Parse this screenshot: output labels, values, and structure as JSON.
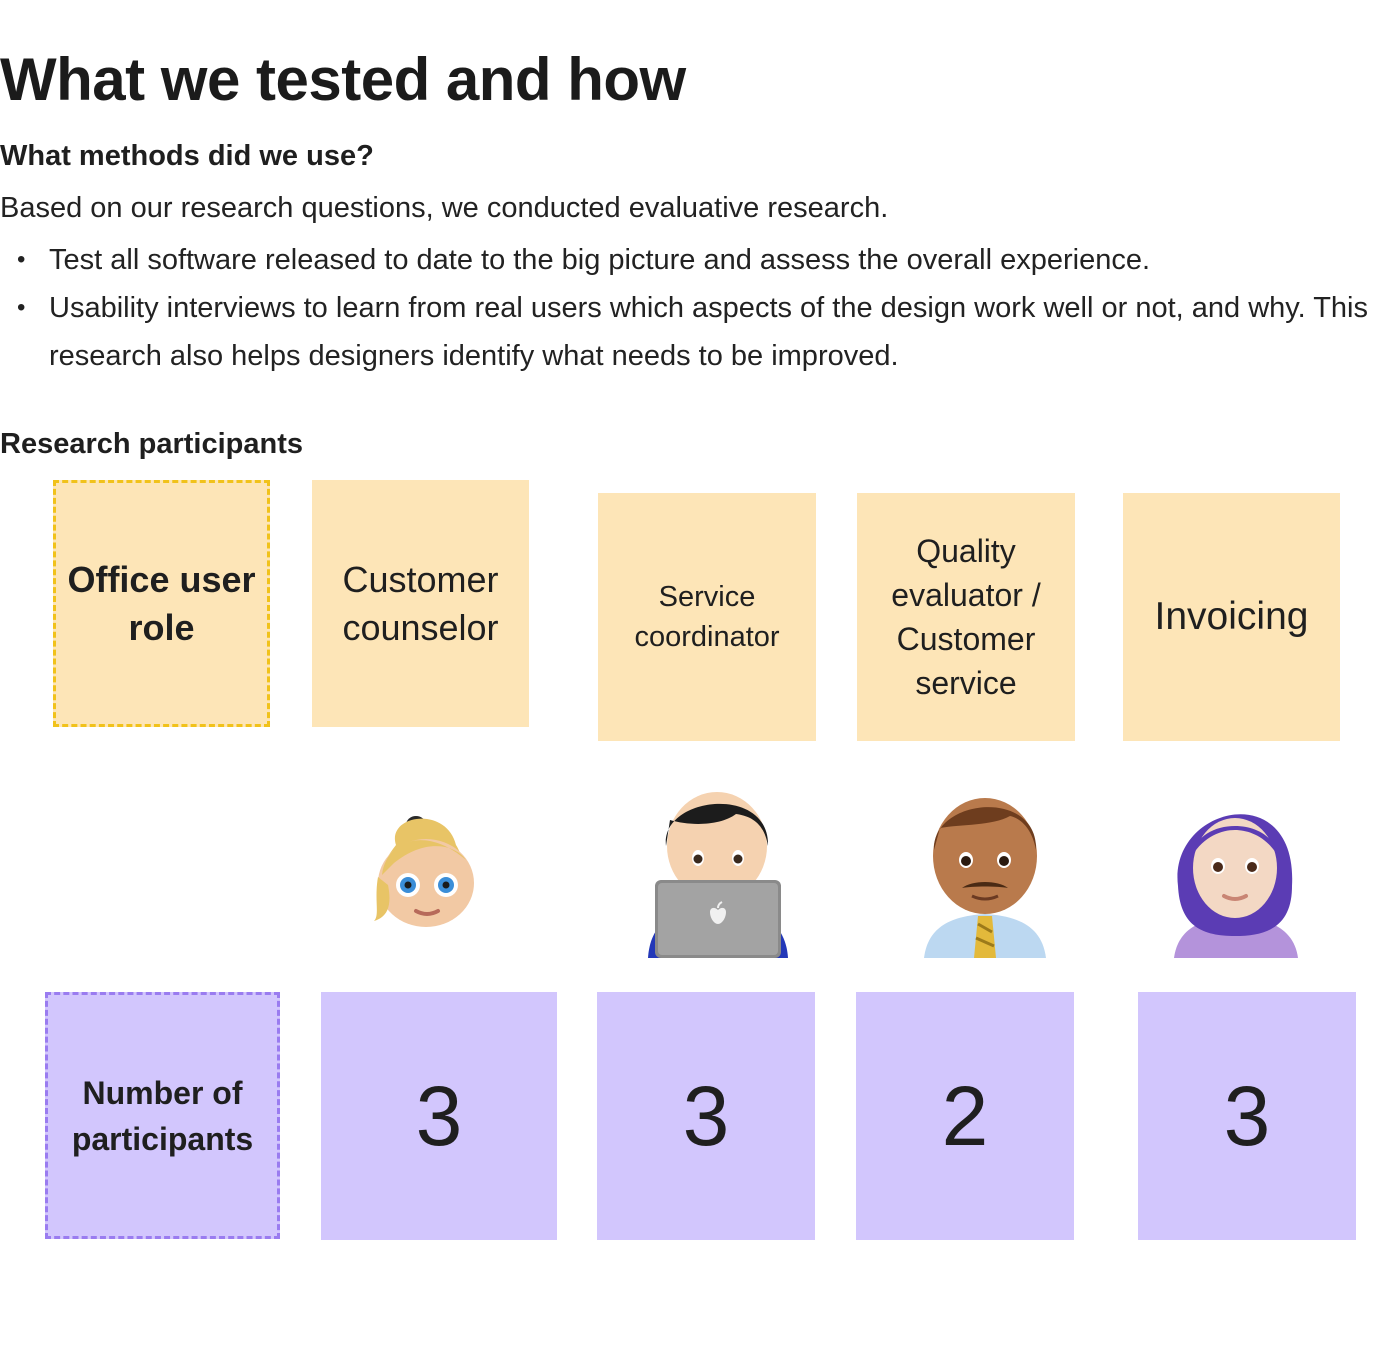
{
  "title": "What we tested and how",
  "methods": {
    "heading": "What methods did we use?",
    "intro": "Based on our research questions, we conducted evaluative research.",
    "bullets": [
      "Test all software released to date to the big picture and assess the overall experience.",
      "Usability interviews to learn from real users which aspects of the design work well or not, and why. This research also helps designers identify what needs to be improved."
    ]
  },
  "participants": {
    "heading": "Research participants",
    "role_header": "Office user role",
    "count_header": "Number of participants",
    "roles": [
      {
        "label": "Customer counselor",
        "count": "3",
        "avatar": "woman-blonde-icon"
      },
      {
        "label": "Service coordinator",
        "count": "3",
        "avatar": "man-technologist-laptop-icon"
      },
      {
        "label": "Quality evaluator / Customer service",
        "count": "2",
        "avatar": "man-office-worker-icon"
      },
      {
        "label": "Invoicing",
        "count": "3",
        "avatar": "woman-headscarf-icon"
      }
    ]
  },
  "colors": {
    "sticky_yellow": "#fde5b7",
    "sticky_purple": "#d2c6fd",
    "dash_yellow": "#f1c21b",
    "dash_purple": "#9a7cf0"
  }
}
